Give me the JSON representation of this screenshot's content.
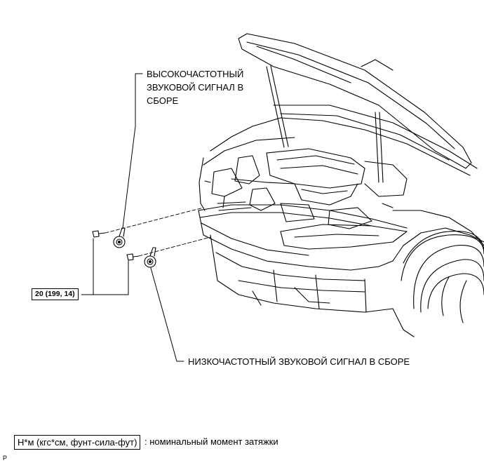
{
  "labels": {
    "high_horn": [
      "ВЫСОКОЧАСТОТНЫЙ",
      "ЗВУКОВОЙ СИГНАЛ В",
      "СБОРЕ"
    ],
    "low_horn": "НИЗКОЧАСТОТНЫЙ ЗВУКОВОЙ СИГНАЛ В СБОРЕ",
    "torque": "20 (199, 14)"
  },
  "legend": {
    "units": "Н*м (кгс*см, фунт-сила-фут)",
    "description": ": номинальный момент затяжки"
  },
  "corner_mark": "P"
}
